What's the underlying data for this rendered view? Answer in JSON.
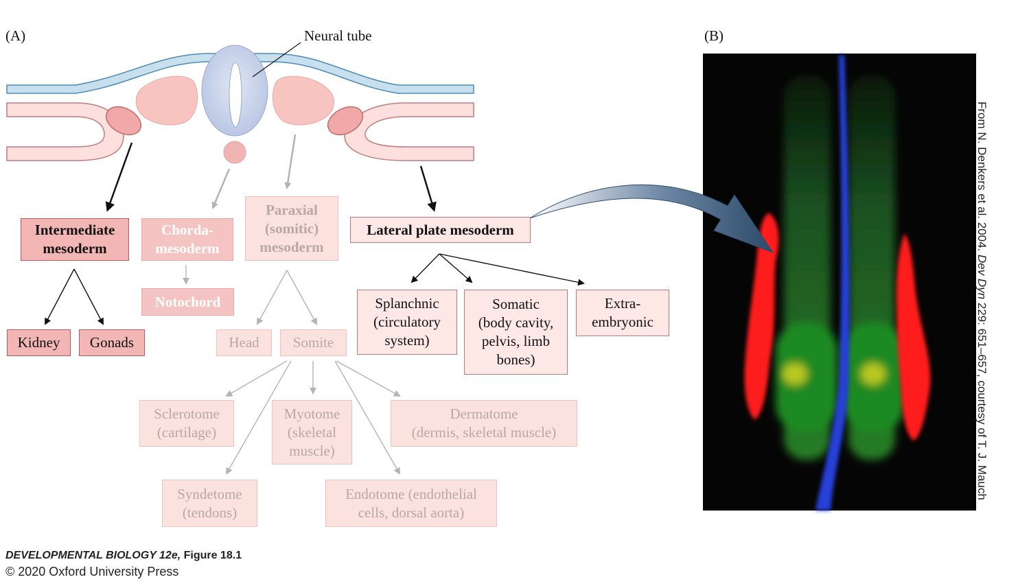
{
  "panels": {
    "a": "(A)",
    "b": "(B)"
  },
  "callout": {
    "neural_tube": "Neural tube"
  },
  "boxes": {
    "intermediate": [
      "Intermediate",
      "mesoderm"
    ],
    "chorda": [
      "Chorda-",
      "mesoderm"
    ],
    "paraxial": [
      "Paraxial",
      "(somitic)",
      "mesoderm"
    ],
    "lateral": "Lateral plate mesoderm",
    "notochord": "Notochord",
    "kidney": "Kidney",
    "gonads": "Gonads",
    "head": "Head",
    "somite": "Somite",
    "splanchnic": [
      "Splanchnic",
      "(circulatory",
      "system)"
    ],
    "somatic": [
      "Somatic",
      "(body cavity,",
      "pelvis, limb",
      "bones)"
    ],
    "extra": [
      "Extra-",
      "embryonic"
    ],
    "sclerotome": [
      "Sclerotome",
      "(cartilage)"
    ],
    "myotome": [
      "Myotome",
      "(skeletal",
      "muscle)"
    ],
    "dermatome": [
      "Dermatome",
      "(dermis, skeletal muscle)"
    ],
    "syndetome": [
      "Syndetome",
      "(tendons)"
    ],
    "endotome": [
      "Endotome (endothelial",
      "cells, dorsal aorta)"
    ]
  },
  "credit": {
    "book": "DEVELOPMENTAL BIOLOGY 12e,",
    "figure": " Figure 18.1",
    "copyright": "© 2020 Oxford University Press"
  },
  "side_credit": {
    "before": "From N. Denkers et al. 2004. ",
    "journal": "Dev Dyn",
    "after": " 229: 651–657, courtesy of T. J. Mauch"
  },
  "colors": {
    "ectoderm": "#c8e0ee",
    "neural_tube": "#c9d3ea",
    "mesoderm_light": "#fde0de",
    "intermediate": "#f0a8a8",
    "arrow_dark": "#111111",
    "arrow_light": "#b3b3b3",
    "big_arrow": "#3d5a7a"
  }
}
